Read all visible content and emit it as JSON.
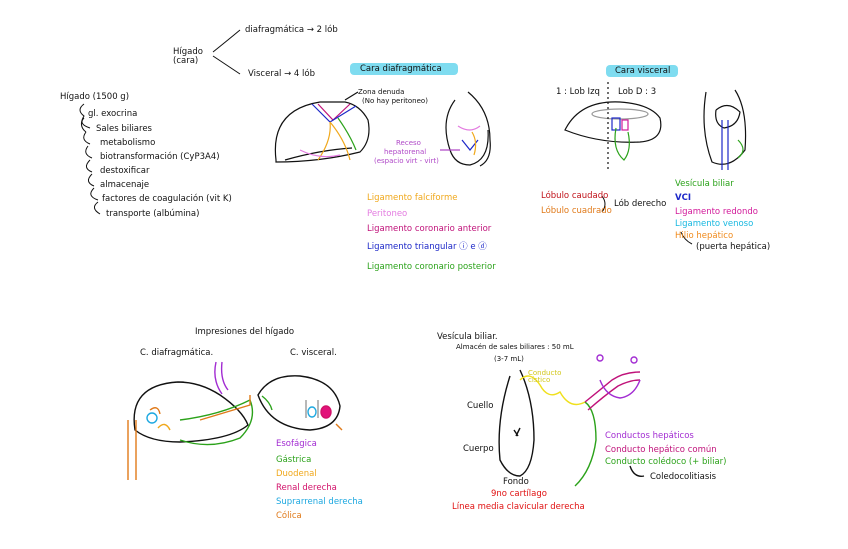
{
  "top": {
    "higado_cara": "Hígado (cara)",
    "diafragmatica_lobes": "diafragmática → 2 lób",
    "visceral_lobes": "Visceral → 4 lób"
  },
  "list": {
    "title": "Hígado (1500 g)",
    "items": [
      "gl. exocrina",
      "Sales biliares",
      "metabolismo",
      "biotransformación (CyP3A4)",
      "destoxificar",
      "almacenaje",
      "factores de coagulación (vit K)",
      "transporte (albúmina)"
    ]
  },
  "diaphragmatic": {
    "heading": "Cara diafragmática",
    "zona_denuda": "Zona denuda",
    "no_peritoneo": "(No hay peritoneo)",
    "receso_1": "Receso",
    "receso_2": "hepatorenal",
    "receso_3": "(espacio virt - virt)",
    "legend": [
      {
        "text": "Ligamento falciforme",
        "color": "#f0a81c"
      },
      {
        "text": "Peritoneo",
        "color": "#e37be0"
      },
      {
        "text": "Ligamento coronario anterior",
        "color": "#c0127a"
      },
      {
        "text": "Ligamento triangular ⓘ e ⓓ",
        "color": "#1d28c8"
      },
      {
        "text": "Ligamento coronario posterior",
        "color": "#2ba21a"
      }
    ]
  },
  "visceral": {
    "heading": "Cara visceral",
    "lob_izq": "1 : Lob Izq",
    "lob_der": "Lob D : 3",
    "lobulo_caudado": "Lóbulo caudado",
    "lobulo_cuadrado": "Lóbulo cuadrado",
    "lob_derecho": "Lób derecho",
    "legend": [
      {
        "text": "Vesícula biliar",
        "color": "#2ba21a"
      },
      {
        "text": "VCI",
        "color": "#1d28c8"
      },
      {
        "text": "Ligamento redondo",
        "color": "#d21a9a"
      },
      {
        "text": "Ligamento venoso",
        "color": "#18b8e0"
      },
      {
        "text": "Hilio hepático",
        "color": "#f08a1c"
      }
    ],
    "puerta": "(puerta hepática)"
  },
  "impressions": {
    "title": "Impresiones del hígado",
    "c_diafragmatica": "C. diafragmática.",
    "c_visceral": "C. visceral.",
    "legend": [
      {
        "text": "Esofágica",
        "color": "#a22cd2"
      },
      {
        "text": "Gástrica",
        "color": "#2ba21a"
      },
      {
        "text": "Duodenal",
        "color": "#f0a81c"
      },
      {
        "text": "Renal derecha",
        "color": "#d2126a"
      },
      {
        "text": "Suprarrenal derecha",
        "color": "#1da8e0"
      },
      {
        "text": "Cólica",
        "color": "#e07a1a"
      }
    ]
  },
  "gallbladder": {
    "title": "Vesícula biliar.",
    "almacen": "Almacén de sales biliares : 50 mL",
    "dosis": "(3-7 mL)",
    "cuello": "Cuello",
    "cuerpo": "Cuerpo",
    "fondo": "Fondo",
    "cartilago": "9no cartílago",
    "linea": "Línea media clavicular derecha",
    "conducto_cistico": "Conducto cístico",
    "conductos_hepaticos": "Conductos hepáticos",
    "conducto_comun": "Conducto hepático común",
    "conducto_coledoco": "Conducto colédoco (+ biliar)",
    "coledocolitiasis": "Coledocolitiasis"
  }
}
